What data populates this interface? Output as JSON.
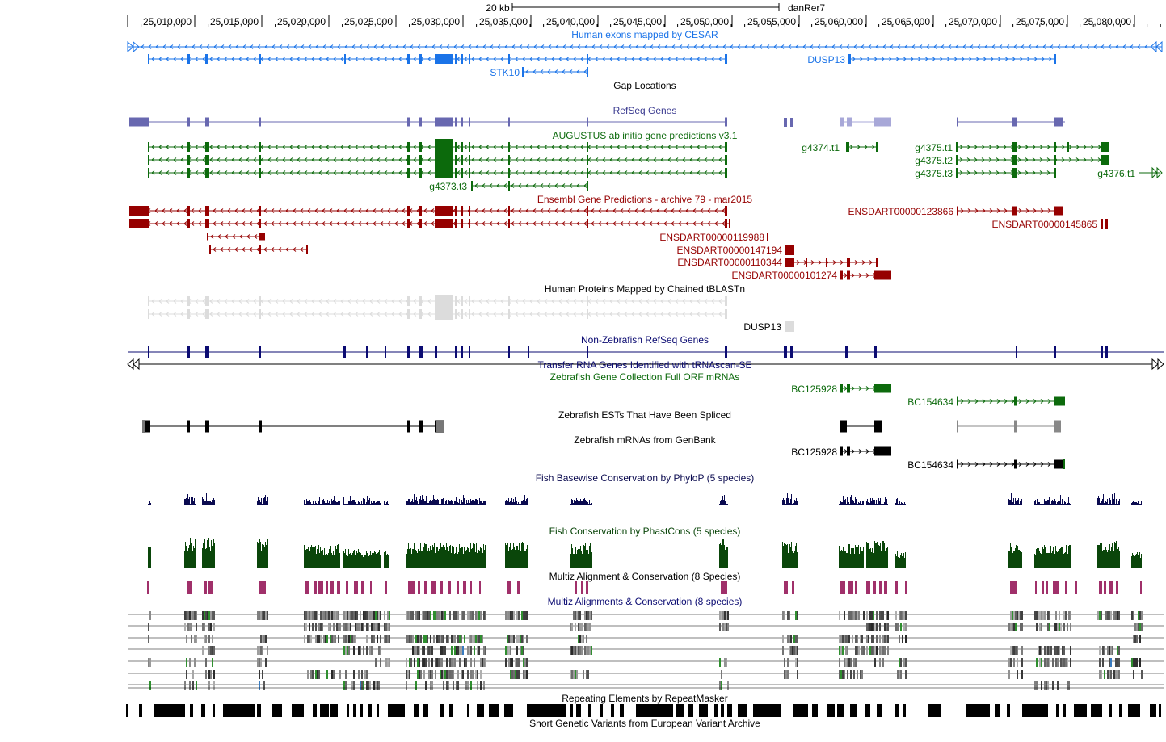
{
  "colors": {
    "cesar": "#1a73e8",
    "refseq": "#6868b0",
    "refseq_light": "#a8a8d8",
    "augustus": "#0c6a0c",
    "ensembl": "#960000",
    "tblastn": "#dcdcdc",
    "nonzf": "#0b0b72",
    "trna": "#0b0b72",
    "zgc": "#0c6a0c",
    "est": "#000000",
    "mrna": "#000000",
    "phylop": "#0b0b50",
    "phastcons": "#0a460a",
    "multiz_bar": "#a0306a",
    "multiz_title": "#0b0b72",
    "repeat": "#000000"
  },
  "ruler": {
    "scale_label": "20 kb",
    "assembly": "danRer7",
    "ticks": [
      "25,010,000",
      "25,015,000",
      "25,020,000",
      "25,025,000",
      "25,030,000",
      "25,035,000",
      "25,040,000",
      "25,045,000",
      "25,050,000",
      "25,055,000",
      "25,060,000",
      "25,065,000",
      "25,070,000",
      "25,075,000",
      "25,080,000"
    ]
  },
  "tracks": {
    "cesar": {
      "title": "Human exons mapped by CESAR",
      "labels": {
        "stk10": "STK10",
        "dusp13": "DUSP13"
      }
    },
    "gap": {
      "title": "Gap Locations"
    },
    "refseq": {
      "title": "RefSeq Genes"
    },
    "augustus": {
      "title": "AUGUSTUS ab initio gene predictions v3.1",
      "labels": {
        "g4373t3": "g4373.t3",
        "g4374t1": "g4374.t1",
        "g4375t1": "g4375.t1",
        "g4375t2": "g4375.t2",
        "g4375t3": "g4375.t3",
        "g4376t1": "g4376.t1"
      }
    },
    "ensembl": {
      "title": "Ensembl Gene Predictions - archive 79 - mar2015",
      "labels": {
        "t123866": "ENSDART00000123866",
        "t145865": "ENSDART00000145865",
        "t119988": "ENSDART00000119988",
        "t147194": "ENSDART00000147194",
        "t110344": "ENSDART00000110344",
        "t101274": "ENSDART00000101274"
      }
    },
    "tblastn": {
      "title": "Human Proteins Mapped by Chained tBLASTn",
      "labels": {
        "dusp13": "DUSP13"
      }
    },
    "nonzf": {
      "title": "Non-Zebrafish RefSeq Genes"
    },
    "trna": {
      "title": "Transfer RNA Genes Identified with tRNAscan-SE"
    },
    "zgc": {
      "title": "Zebrafish Gene Collection Full ORF mRNAs",
      "labels": {
        "bc125928": "BC125928",
        "bc154634": "BC154634"
      }
    },
    "est": {
      "title": "Zebrafish ESTs That Have Been Spliced"
    },
    "mrna": {
      "title": "Zebrafish mRNAs from GenBank",
      "labels": {
        "bc125928": "BC125928",
        "bc154634": "BC154634"
      }
    },
    "phylop": {
      "title": "Fish Basewise Conservation by PhyloP (5 species)"
    },
    "phastcons": {
      "title": "Fish Conservation by PhastCons (5 species)"
    },
    "multiz_cons": {
      "title": "Multiz Alignment & Conservation (8 Species)"
    },
    "multiz": {
      "title": "Multiz Alignments & Conservation (8 species)"
    },
    "repeat": {
      "title": "Repeating Elements by RepeatMasker"
    },
    "eva": {
      "title": "Short Genetic Variants from European Variant Archive"
    }
  }
}
